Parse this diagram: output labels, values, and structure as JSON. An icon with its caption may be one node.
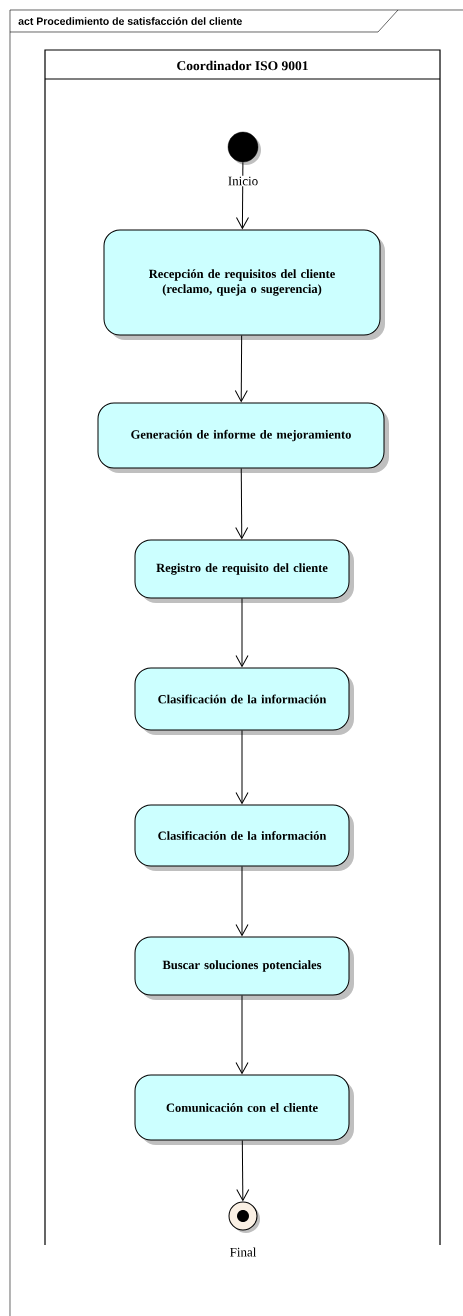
{
  "diagram": {
    "nodes": [
      {
        "text": [
          "act Procedimiento de satisfacción del cliente"
        ]
      },
      {
        "text": [
          "Coordinador ISO 9001"
        ],
        "in": 0
      },
      {
        "text": [],
        "shape": "circle",
        "in": 1,
        "beside": [
          "Inicio"
        ]
      },
      {
        "text": [
          "Recepción de requisitos del cliente (reclamo, queja o sugerencia)"
        ],
        "in": 1
      },
      {
        "text": [
          "Generación de informe de mejoramiento"
        ],
        "in": 1
      },
      {
        "text": [
          "Registro de requisito del cliente"
        ],
        "in": 1
      },
      {
        "text": [
          "Clasificación de la información"
        ],
        "in": 1
      },
      {
        "text": [
          "Clasificación de la información"
        ],
        "in": 1
      },
      {
        "text": [
          "Buscar soluciones potenciales"
        ],
        "in": 1
      },
      {
        "text": [
          "Comunicación con el cliente"
        ],
        "in": 1
      },
      {
        "text": [],
        "shape": "circle",
        "in": 1,
        "beside": [
          "Final"
        ]
      }
    ],
    "edges": [
      {
        "from": 2,
        "to": 3,
        "arrow": "to"
      },
      {
        "from": 3,
        "to": 4,
        "arrow": "to"
      },
      {
        "from": 4,
        "to": 5,
        "arrow": "to"
      },
      {
        "from": 5,
        "to": 6,
        "arrow": "to"
      },
      {
        "from": 6,
        "to": 7,
        "arrow": "to"
      },
      {
        "from": 7,
        "to": 8,
        "arrow": "to"
      },
      {
        "from": 8,
        "to": 9,
        "arrow": "to"
      },
      {
        "from": 9,
        "to": 10,
        "arrow": "to"
      }
    ]
  }
}
